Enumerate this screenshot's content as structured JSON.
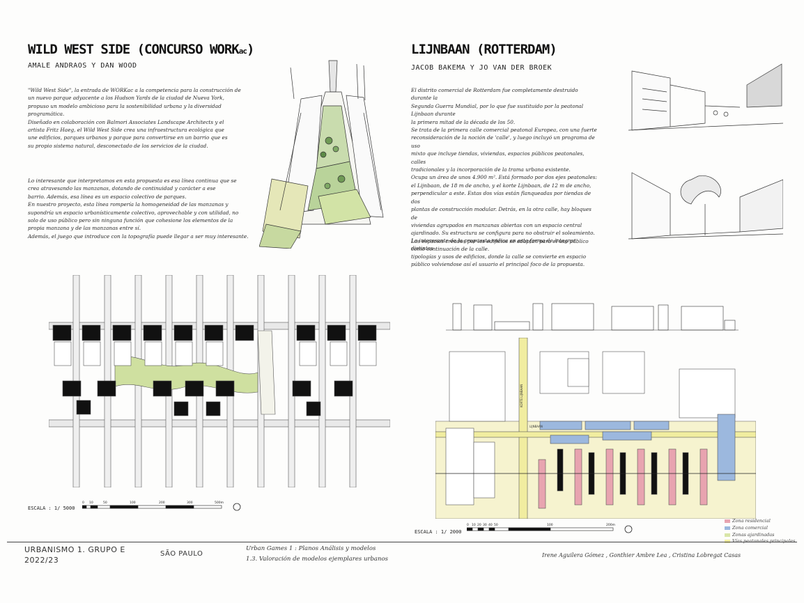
{
  "left": {
    "title": "WILD WEST SIDE (CONCURSO WORK",
    "title_suffix": "ac",
    "title_close": ")",
    "authors": "AMALE ANDRAOS Y DAN WOOD",
    "para1": "\"Wild West Side\", la entrada de WORKac a la competencia para la construcción de\nun nuevo parque adyacente a los Hudson Yards de la ciudad de Nueva York,\npropuso un modelo ambicioso para la sostenibilidad urbana y la diversidad\nprogramática.\nDiseñado en colaboración con Balmori Associates Landscape Architects y el\nartista Fritz Haeg, el Wild West Side crea una infraestructura ecológica que\nune edificios, parques urbanos y parque para convertirse en un barrio que es\nsu propio sistema natural, desconectado de los servicios de la ciudad.",
    "para2": "Lo interesante que interpretamos en esta propuesta es esa línea continua que se\ncrea atravesando las manzanas, dotando de continuidad y carácter a ese\nbarrio. Además, esa línea es un espacio colectivo de parques.\nEn nuestro proyecto, esta línea rompería la homogeneidad de las manzanas y\nsupondría un espacio urbanísticamente colectivo, aprovechable y con utilidad, no\nsolo de uso público pero sin ninguna función que cohesione los elementos de la\npropia manzana y de las manzanas entre sí.\nAdemás, el juego que introduce con la topografía puede llegar a ser muy interesante.",
    "scale": "ESCALA : 1/ 5000",
    "scale_ticks": [
      "0",
      "10",
      "50",
      "100",
      "200",
      "300",
      "500m"
    ]
  },
  "right": {
    "title": "LIJNBAAN (ROTTERDAM)",
    "authors": "JACOB BAKEMA Y JO VAN DER BROEK",
    "para1": "El distrito comercial de Rotterdam fue completamente destruido durante la\nSegunda Guerra Mundial, por lo que fue sustituido por la peatonal Lijnbaan durante\nla primera mitad de la década de los 50.\nSe trata de la primera calle comercial peatonal Europea, con una fuerte\nreconsideración de la noción de 'calle', y luego incluyó un programa de uso\nmixto que incluye tiendas, viviendas, espacios públicos peatonales, calles\ntradicionales y la incorporación de la trama urbana existente.\nOcupa un área de unos 4.900 m². Está formado por dos ejes peatonales:\nel Lijnbaan, de 18 m de ancho, y el korte Lijnbaan, de 12 m de ancho,\nperpendicular a este. Estas dos vías están flanqueadas por tiendas de dos\nplantas de construcción modular. Detrás, en la otra calle, hay bloques de\nviviendas agrupados en manzanas abiertas con un espacio central\najardinado. Su estructura se configura para no obstruir el soleamiento.\nLos espacios creados por los edificios se adaptan para el uso público\ncomo continuación de la calle.",
    "para2": "Lo interesante de la propuesta radica en esta forma de integrar distintas\ntipologías y usos de edificios, donde la calle se convierte en espacio\npúblico volviendose así el usuario el principal foco de la propuesta.",
    "scale": "ESCALA : 1/ 2000",
    "scale_ticks": [
      "0",
      "10",
      "20",
      "30",
      "40",
      "50",
      "100",
      "200m"
    ],
    "street_label_1": "KORTE LIJNBAAN",
    "street_label_2": "LIJNBAAN",
    "legend": [
      {
        "label": "Zona residencial",
        "color": "#e8a4b0"
      },
      {
        "label": "Zona comercial",
        "color": "#9cb8de"
      },
      {
        "label": "Zonas ajardinadas",
        "color": "#d9e6a8"
      },
      {
        "label": "Vías peatonales principales",
        "color": "#f1eda0"
      }
    ]
  },
  "footer": {
    "course": "URBANISMO 1. GRUPO E",
    "year": "2022/23",
    "city": "SÃO PAULO",
    "subject_1": "Urban Games 1 : Planos Análisis y modelos",
    "subject_2": "1.3. Valoración de modelos ejemplares urbanos",
    "authors": "Irene Aguilera Gómez , Gonthier Ambre Lea , Cristina Lobregat Casas"
  },
  "colors": {
    "ink": "#1a1a1a",
    "residential": "#e8a4b0",
    "commercial": "#9cb8de",
    "garden": "#cfe0a0",
    "pedestrian": "#f1eda0"
  }
}
